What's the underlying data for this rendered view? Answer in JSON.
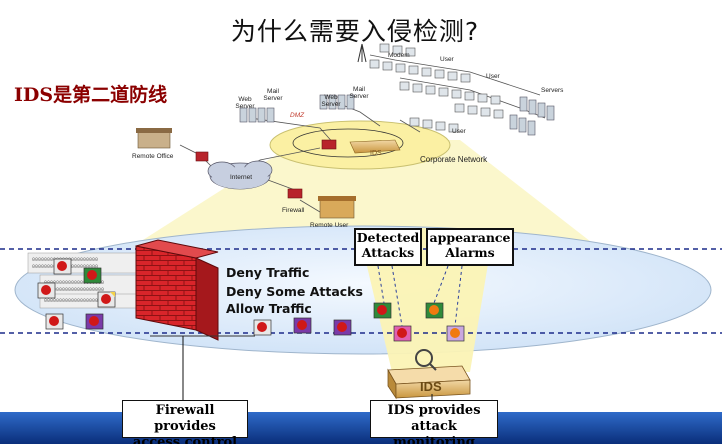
{
  "title": "为什么需要入侵检测?",
  "subtitle": "IDS是第二道防线",
  "network": {
    "modem": "Modem",
    "user_labels": [
      "User",
      "User",
      "User"
    ],
    "servers": "Servers",
    "web_server_1": "Web Server",
    "mail_server_1": "Mail Server",
    "web_server_2": "Web Server",
    "mail_server_2": "Mail Server",
    "dmz": "DMZ",
    "ids_box": "IDS",
    "corporate_network": "Corporate Network",
    "remote_office": "Remote Office",
    "internet": "Internet",
    "firewall_label": "Firewall",
    "remote_user": "Remote User"
  },
  "firewall_rules": {
    "deny_traffic": "Deny Traffic",
    "deny_some_attacks": "Deny Some Attacks",
    "allow_traffic": "Allow Traffic"
  },
  "detected": {
    "line1": "Detected",
    "line2": "Attacks"
  },
  "appearance": {
    "line1": "appearance",
    "line2": "Alarms"
  },
  "ids_sensor": "IDS",
  "firewall_box": {
    "line1": "Firewall provides",
    "line2": "access control"
  },
  "ids_box": {
    "line1": "IDS provides",
    "line2": "attack monitoring"
  },
  "colors": {
    "firewall": "#d9252a",
    "ellipse": "#dbeafb",
    "beam": "#fbf3b5",
    "bottom_bar": "#0b3f9d",
    "title_red": "#8b0000"
  }
}
